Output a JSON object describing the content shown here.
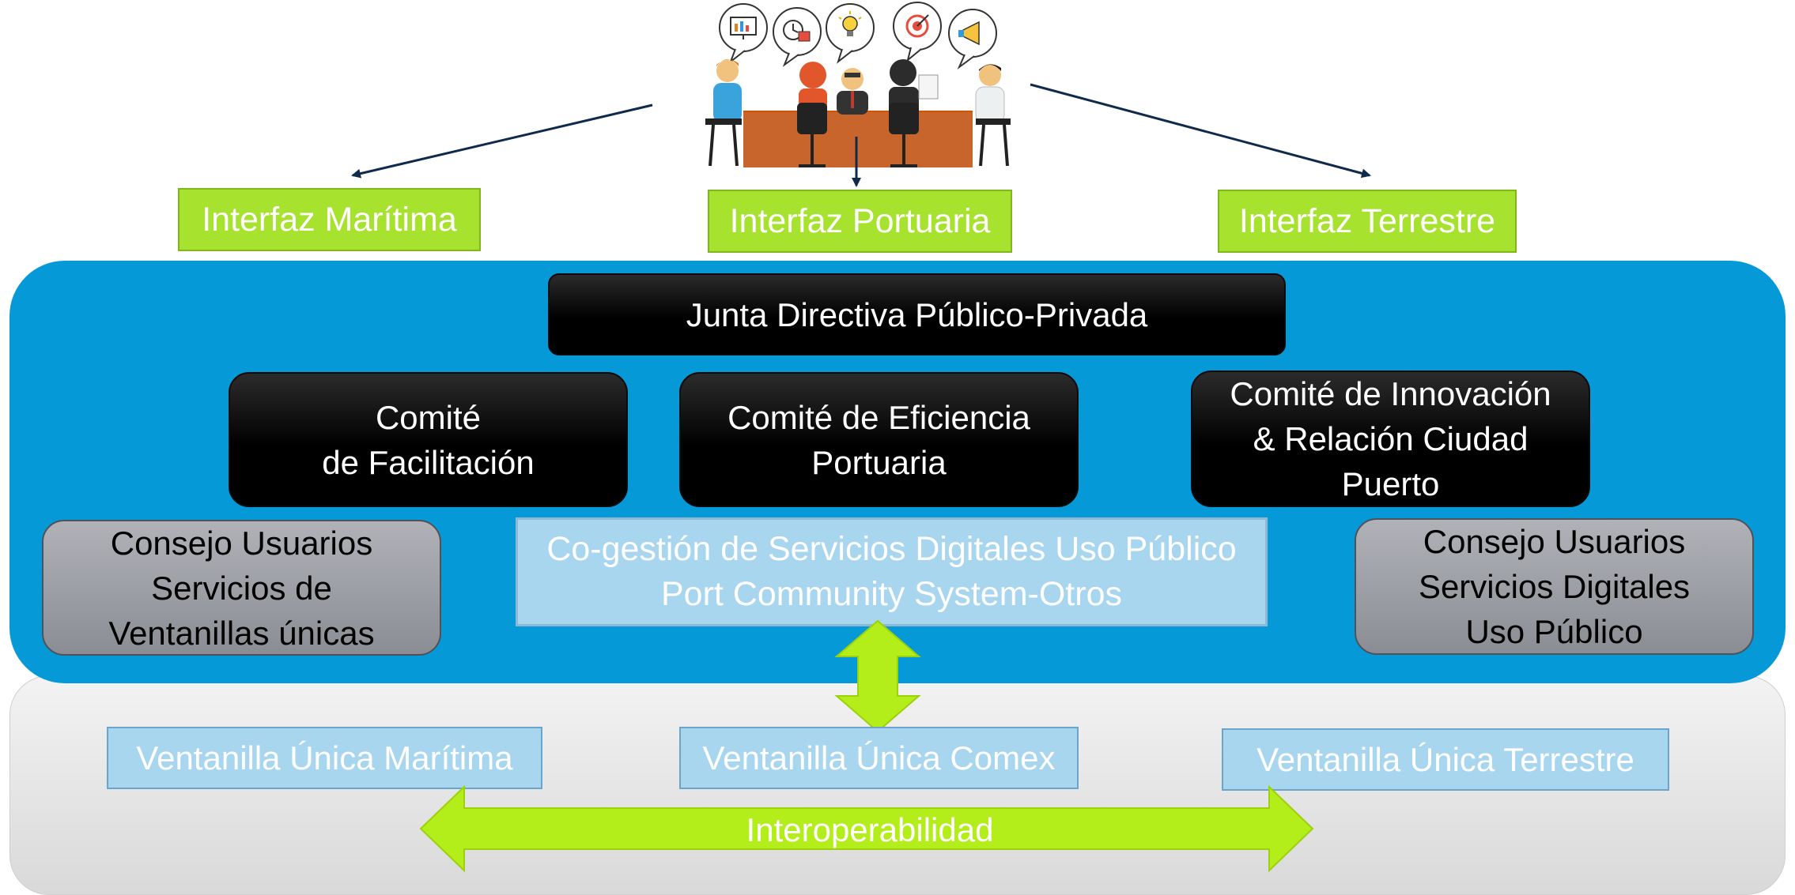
{
  "diagram": {
    "interfaces": {
      "maritima": "Interfaz Marítima",
      "portuaria": "Interfaz Portuaria",
      "terrestre": "Interfaz Terrestre"
    },
    "junta": "Junta Directiva Público-Privada",
    "comites": {
      "facilitacion": "Comité\nde Facilitación",
      "eficiencia": "Comité de Eficiencia\nPortuaria",
      "innovacion": "Comité de Innovación\n& Relación Ciudad\nPuerto"
    },
    "consejos": {
      "ventanillas": "Consejo Usuarios\nServicios de\nVentanillas únicas",
      "digitales": "Consejo Usuarios\nServicios Digitales\nUso Público"
    },
    "cogestion": "Co-gestión de Servicios Digitales Uso Público\nPort Community System-Otros",
    "ventanillas": {
      "maritima": "Ventanilla Única Marítima",
      "comex": "Ventanilla Única Comex",
      "terrestre": "Ventanilla Única Terrestre"
    },
    "interoperabilidad": "Interoperabilidad"
  },
  "colors": {
    "panel_blue": "#0599d8",
    "interface_green": "#a6e22e",
    "arrow_green": "#b3ee1a",
    "light_blue_box": "#a8d6ef"
  },
  "icons": [
    "meeting-illustration-icon",
    "presentation-board-icon",
    "clock-calendar-icon",
    "lightbulb-icon",
    "target-icon",
    "megaphone-icon"
  ]
}
